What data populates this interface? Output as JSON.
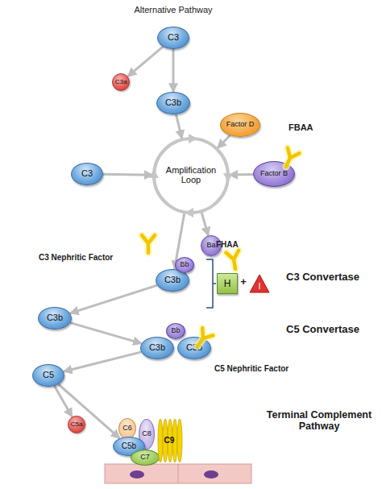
{
  "diagram": {
    "title": "Alternative Pathway",
    "nodes": [
      {
        "text": [
          "C3"
        ]
      },
      {
        "text": [
          "C3a"
        ]
      },
      {
        "text": [
          "C3b"
        ]
      },
      {
        "text": [
          "Factor D"
        ]
      },
      {
        "text": [
          "Amplification Loop"
        ]
      },
      {
        "text": [
          "C3"
        ]
      },
      {
        "text": [
          "Factor B"
        ]
      },
      {
        "text": [
          "Ba"
        ]
      },
      {
        "text": [
          "C3b"
        ]
      },
      {
        "text": [
          "Bb"
        ]
      },
      {
        "text": [
          "H"
        ]
      },
      {
        "text": [
          "I"
        ]
      },
      {
        "text": [
          "C3b"
        ]
      },
      {
        "text": [
          "C3b"
        ]
      },
      {
        "text": [
          "Bb"
        ]
      },
      {
        "text": [
          "C3b"
        ]
      },
      {
        "text": [
          "C5"
        ]
      },
      {
        "text": [
          "C5a"
        ]
      },
      {
        "text": [
          "C6"
        ]
      },
      {
        "text": [
          "C8"
        ]
      },
      {
        "text": [
          "C5b"
        ]
      },
      {
        "text": [
          "C7"
        ]
      },
      {
        "text": [
          "C9"
        ]
      }
    ],
    "edges": [
      {
        "from": 0,
        "to": 2,
        "arrow": "to"
      },
      {
        "from": 0,
        "to": 1,
        "arrow": "to"
      },
      {
        "from": 2,
        "to": 4,
        "arrow": "to"
      },
      {
        "from": 5,
        "to": 4,
        "arrow": "to"
      },
      {
        "from": 3,
        "to": 4,
        "arrow": "to"
      },
      {
        "from": 6,
        "to": 4,
        "arrow": "to"
      },
      {
        "from": 4,
        "to": 7,
        "arrow": "to"
      },
      {
        "from": 4,
        "to": 8,
        "arrow": "to"
      },
      {
        "from": 8,
        "to": 12,
        "arrow": "to"
      },
      {
        "from": 12,
        "to": 13,
        "arrow": "to"
      },
      {
        "from": 13,
        "to": 16,
        "arrow": "to"
      },
      {
        "from": 16,
        "to": 20,
        "arrow": "to"
      },
      {
        "from": 16,
        "to": 17,
        "arrow": "to"
      }
    ],
    "labels": [
      "FBAA",
      "C3 Nephritic Factor",
      "FHAA",
      "+",
      "C3 Convertase",
      "C5 Convertase",
      "C5 Nephritic Factor",
      "Terminal Complement Pathway"
    ]
  }
}
